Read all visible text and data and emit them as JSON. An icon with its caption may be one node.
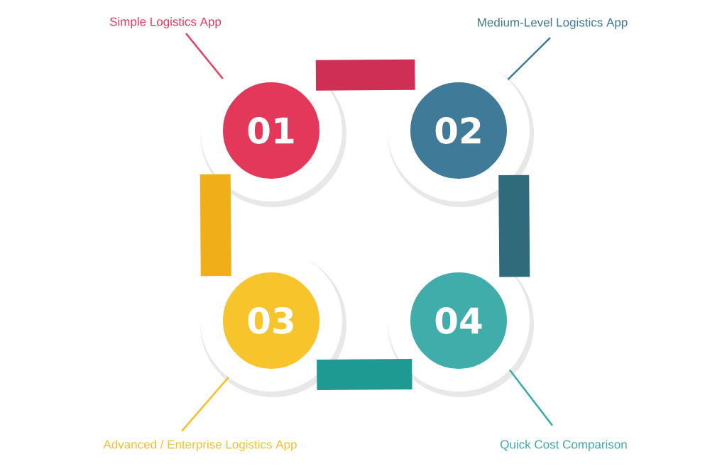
{
  "diagram": {
    "nodes": [
      {
        "text": [
          "Simple Logistics App"
        ]
      },
      {
        "text": [
          "01"
        ]
      },
      {
        "text": [
          "Medium-Level Logistics App"
        ]
      },
      {
        "text": [
          "02"
        ]
      },
      {
        "text": [
          "Advanced / Enterprise Logistics App"
        ]
      },
      {
        "text": [
          "03"
        ]
      },
      {
        "text": [
          "Quick Cost Comparison"
        ]
      },
      {
        "text": [
          "04"
        ]
      }
    ],
    "edges": [
      {
        "from": 0,
        "to": 1,
        "arrow": "none",
        "color": "#e04763"
      },
      {
        "from": 2,
        "to": 3,
        "arrow": "none",
        "color": "#3f7a96"
      },
      {
        "from": 4,
        "to": 5,
        "arrow": "none",
        "color": "#f5c02c"
      },
      {
        "from": 6,
        "to": 7,
        "arrow": "none",
        "color": "#3aabad"
      },
      {
        "from": 1,
        "to": 3,
        "arrow": "none",
        "style": "thick",
        "color": "#cf2f55"
      },
      {
        "from": 3,
        "to": 7,
        "arrow": "none",
        "style": "thick",
        "color": "#2f6b7b"
      },
      {
        "from": 7,
        "to": 5,
        "arrow": "none",
        "style": "thick",
        "color": "#1f9a93"
      },
      {
        "from": 5,
        "to": 1,
        "arrow": "none",
        "style": "thick",
        "color": "#f0ae19"
      }
    ]
  }
}
